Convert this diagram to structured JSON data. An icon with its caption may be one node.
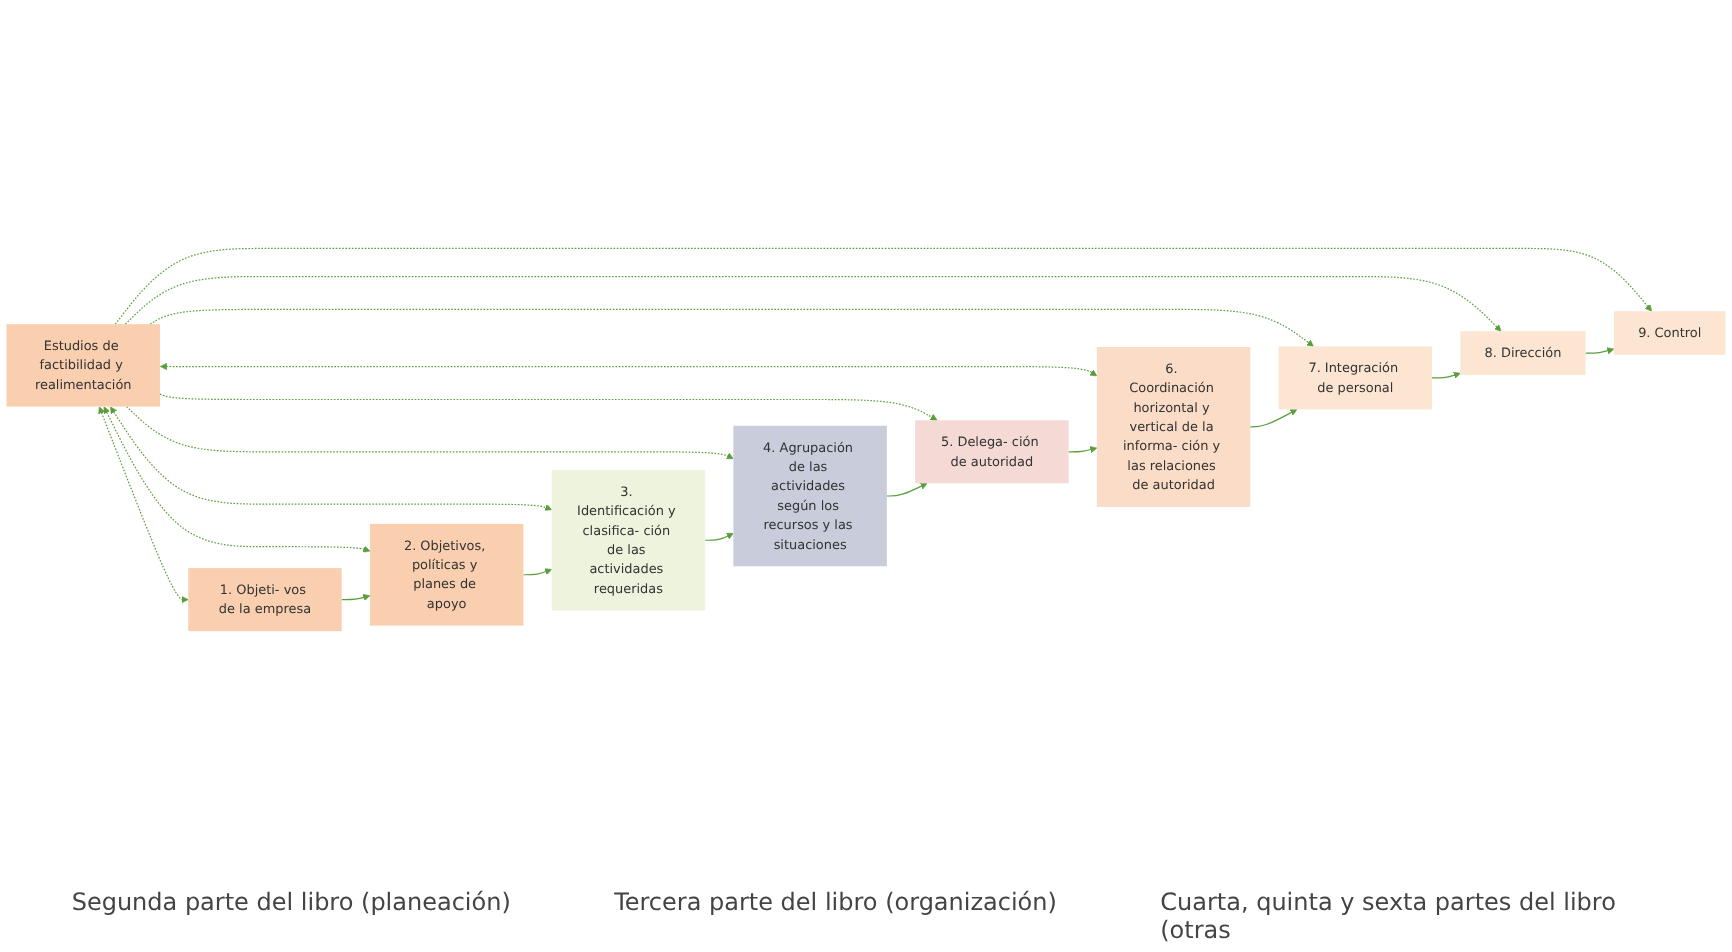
{
  "diagram": {
    "nodes": [
      {
        "text": [
          "Estudios de factibilidad y realimentación"
        ]
      },
      {
        "text": [
          "1. Objeti- vos de la empresa"
        ]
      },
      {
        "text": [
          "2. Objetivos, políticas y planes de apoyo"
        ]
      },
      {
        "text": [
          "3. Identificación y clasifica- ción de las actividades requeridas"
        ]
      },
      {
        "text": [
          "4. Agrupación de las actividades según los recursos y las situaciones"
        ]
      },
      {
        "text": [
          "5. Delega- ción de autoridad"
        ]
      },
      {
        "text": [
          "6. Coordinación horizontal y vertical de la informa- ción y las relaciones de autoridad"
        ]
      },
      {
        "text": [
          "7. Integración de personal"
        ]
      },
      {
        "text": [
          "8. Dirección"
        ]
      },
      {
        "text": [
          "9. Control"
        ]
      }
    ],
    "edges": [
      {
        "from": 0,
        "to": 1,
        "arrow": "both",
        "style": "dashed"
      },
      {
        "from": 0,
        "to": 2,
        "arrow": "both",
        "style": "dashed"
      },
      {
        "from": 0,
        "to": 3,
        "arrow": "both",
        "style": "dashed"
      },
      {
        "from": 0,
        "to": 4,
        "arrow": "to",
        "style": "dashed"
      },
      {
        "from": 0,
        "to": 5,
        "arrow": "to",
        "style": "dashed"
      },
      {
        "from": 0,
        "to": 6,
        "arrow": "both",
        "style": "dashed"
      },
      {
        "from": 0,
        "to": 7,
        "arrow": "to",
        "style": "dashed"
      },
      {
        "from": 0,
        "to": 8,
        "arrow": "to",
        "style": "dashed"
      },
      {
        "from": 0,
        "to": 9,
        "arrow": "to",
        "style": "dashed"
      },
      {
        "from": 1,
        "to": 2,
        "arrow": "to"
      },
      {
        "from": 2,
        "to": 3,
        "arrow": "to"
      },
      {
        "from": 3,
        "to": 4,
        "arrow": "to"
      },
      {
        "from": 4,
        "to": 5,
        "arrow": "to"
      },
      {
        "from": 5,
        "to": 6,
        "arrow": "to"
      },
      {
        "from": 6,
        "to": 7,
        "arrow": "to"
      },
      {
        "from": 7,
        "to": 8,
        "arrow": "to"
      },
      {
        "from": 8,
        "to": 9,
        "arrow": "to"
      }
    ],
    "labels": [
      "Segunda parte del libro (planeación)",
      "Tercera parte del libro (organización)",
      "Cuarta, quinta y sexta partes del libro (otras"
    ]
  }
}
